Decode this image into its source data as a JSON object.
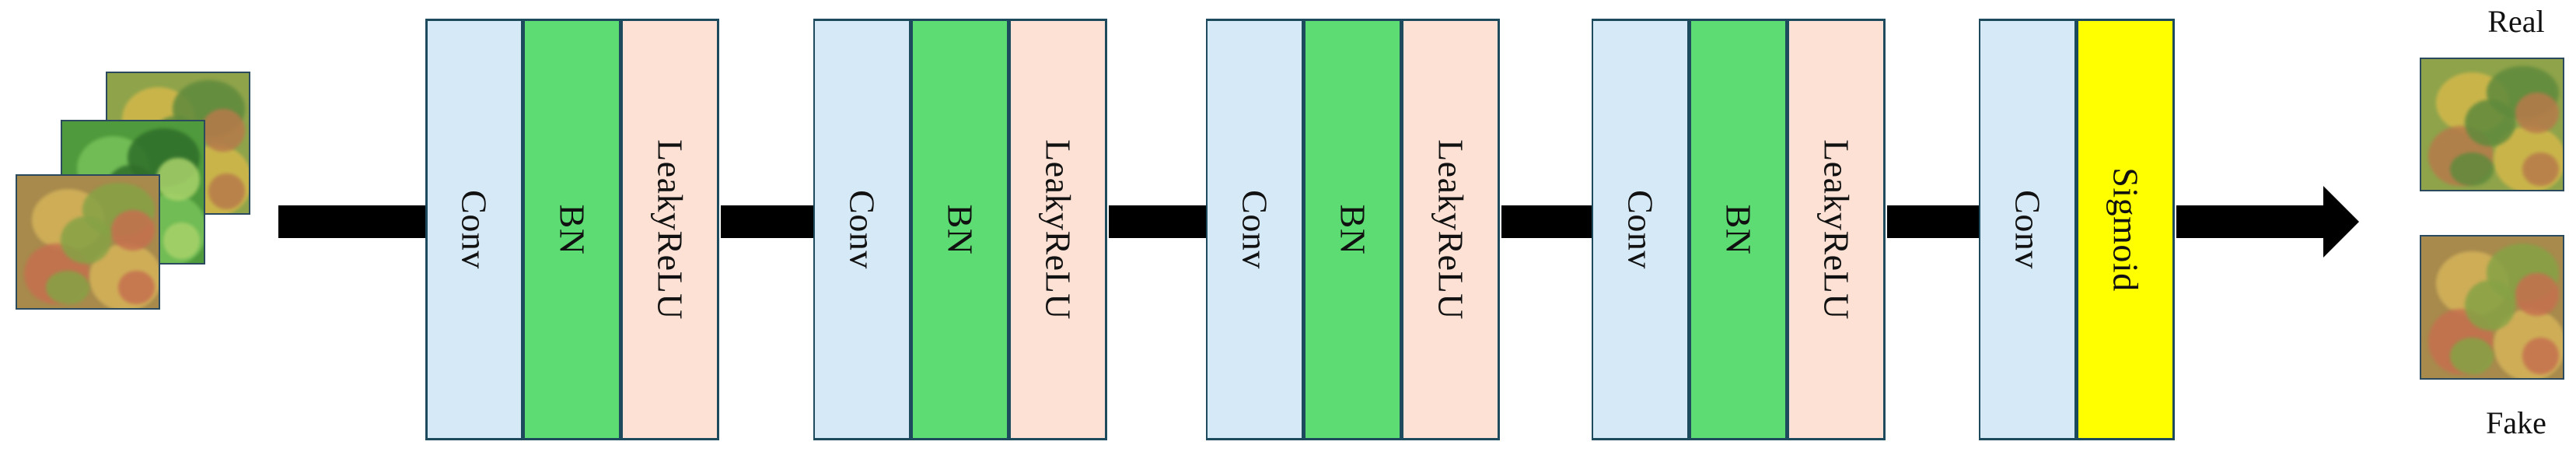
{
  "input_label": "",
  "blocks": [
    {
      "layers": [
        {
          "label": "Conv",
          "type": "conv"
        },
        {
          "label": "BN",
          "type": "bn"
        },
        {
          "label": "LeakyReLU",
          "type": "act"
        }
      ]
    },
    {
      "layers": [
        {
          "label": "Conv",
          "type": "conv"
        },
        {
          "label": "BN",
          "type": "bn"
        },
        {
          "label": "LeakyReLU",
          "type": "act"
        }
      ]
    },
    {
      "layers": [
        {
          "label": "Conv",
          "type": "conv"
        },
        {
          "label": "BN",
          "type": "bn"
        },
        {
          "label": "LeakyReLU",
          "type": "act"
        }
      ]
    },
    {
      "layers": [
        {
          "label": "Conv",
          "type": "conv"
        },
        {
          "label": "BN",
          "type": "bn"
        },
        {
          "label": "LeakyReLU",
          "type": "act"
        }
      ]
    },
    {
      "layers": [
        {
          "label": "Conv",
          "type": "conv"
        },
        {
          "label": "Sigmoid",
          "type": "sig"
        }
      ]
    }
  ],
  "colors": {
    "conv": "#d6e9f7",
    "bn": "#5cdc72",
    "act": "#fde1d5",
    "sig": "#ffff00",
    "arrow": "#000000"
  },
  "outputs": {
    "real_label": "Real",
    "fake_label": "Fake"
  }
}
